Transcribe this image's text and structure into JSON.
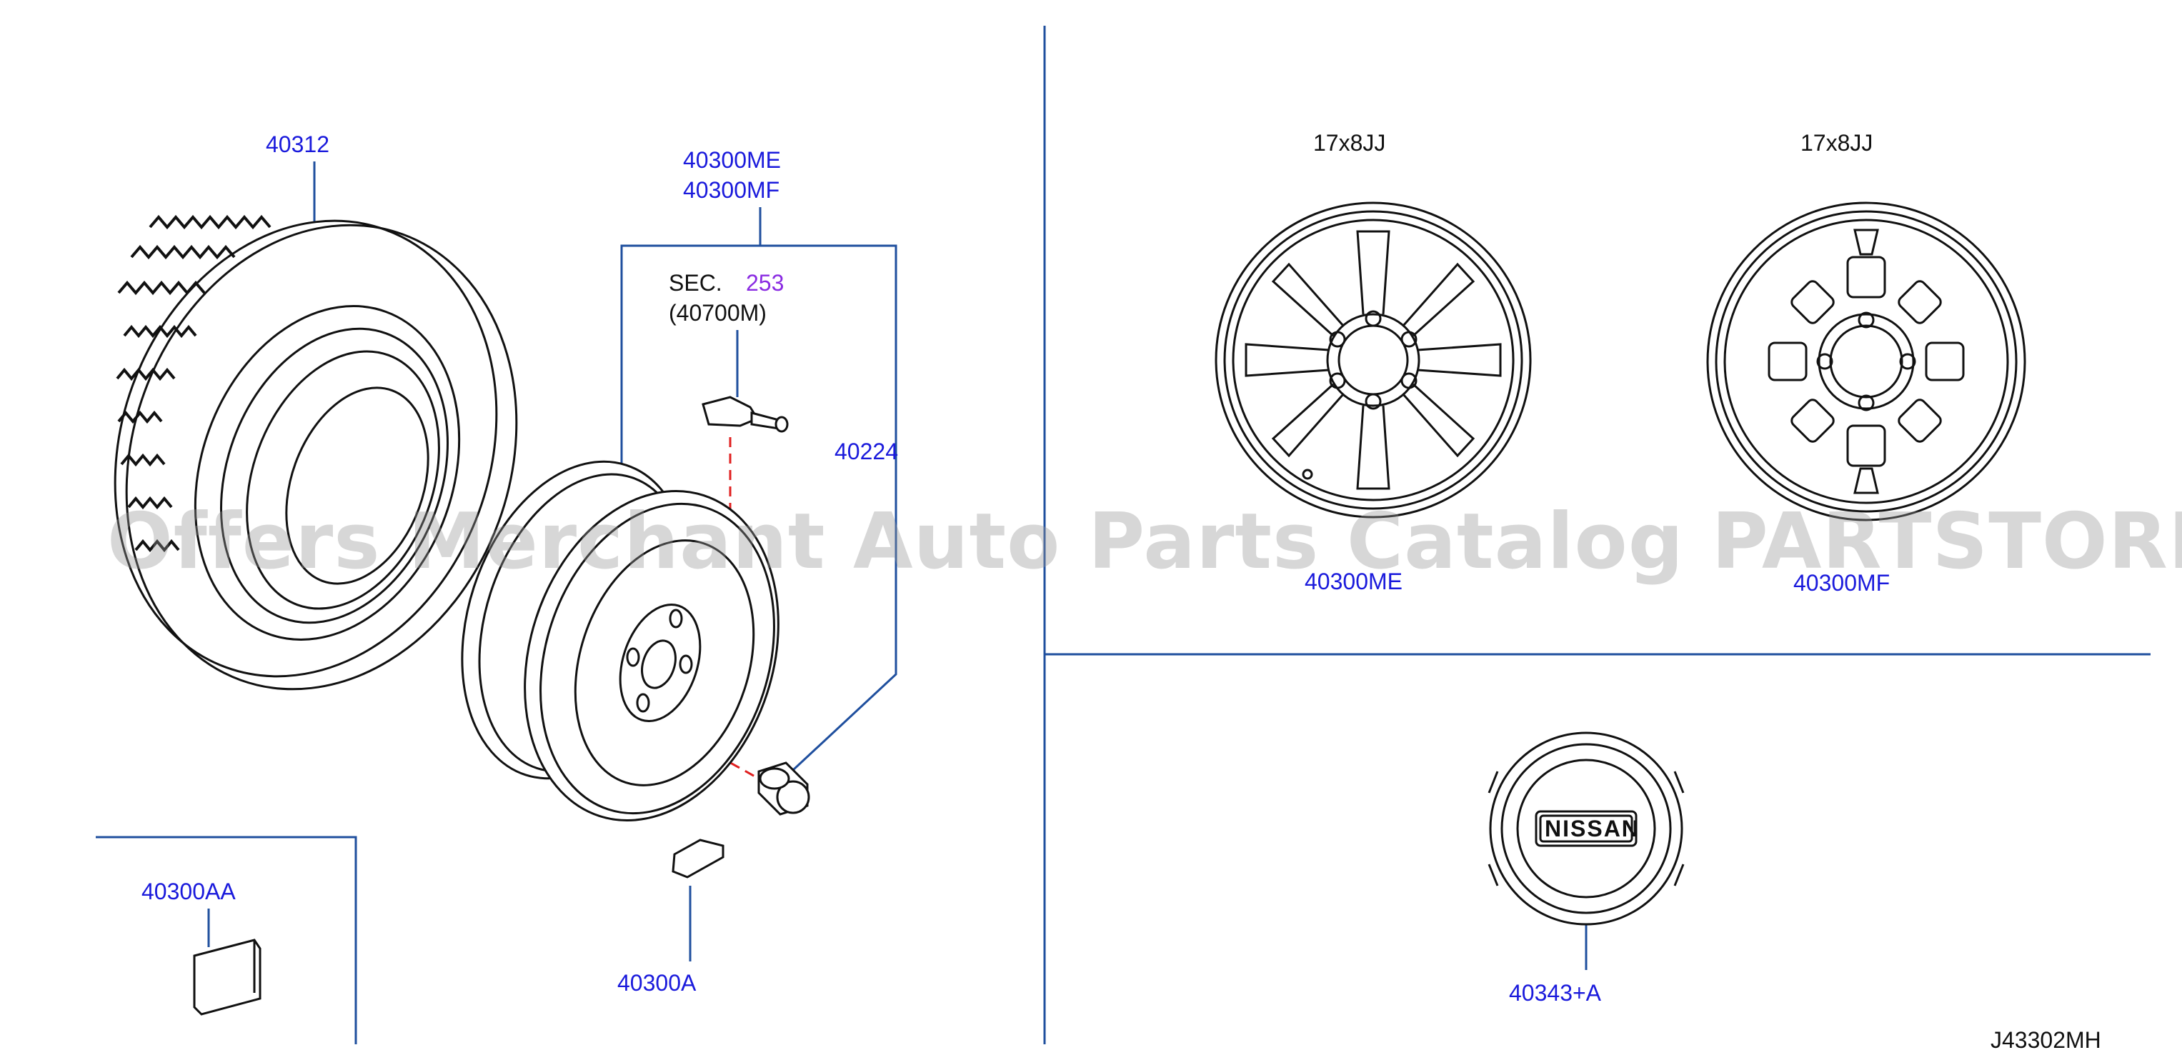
{
  "labels": {
    "tire": "40312",
    "wheel_assy_1": "40300ME",
    "wheel_assy_2": "40300MF",
    "sec": "SEC.",
    "sec_num": "253",
    "sensor": "(40700M)",
    "valve": "40224",
    "weight": "40300A",
    "weight_adhesive": "40300AA",
    "size_1": "17x8JJ",
    "size_2": "17x8JJ",
    "wheel_me": "40300ME",
    "wheel_mf": "40300MF",
    "center_cap": "40343+A",
    "diagram_code": "J43302MH"
  },
  "watermark": "Offers Merchant Auto Parts Catalog PARTSTORE.SA",
  "logo_text": "NISSAN",
  "colors": {
    "label": "#1a1adc",
    "leader": "#1f4f9e",
    "dashed": "#e02020",
    "outline": "#111111"
  }
}
